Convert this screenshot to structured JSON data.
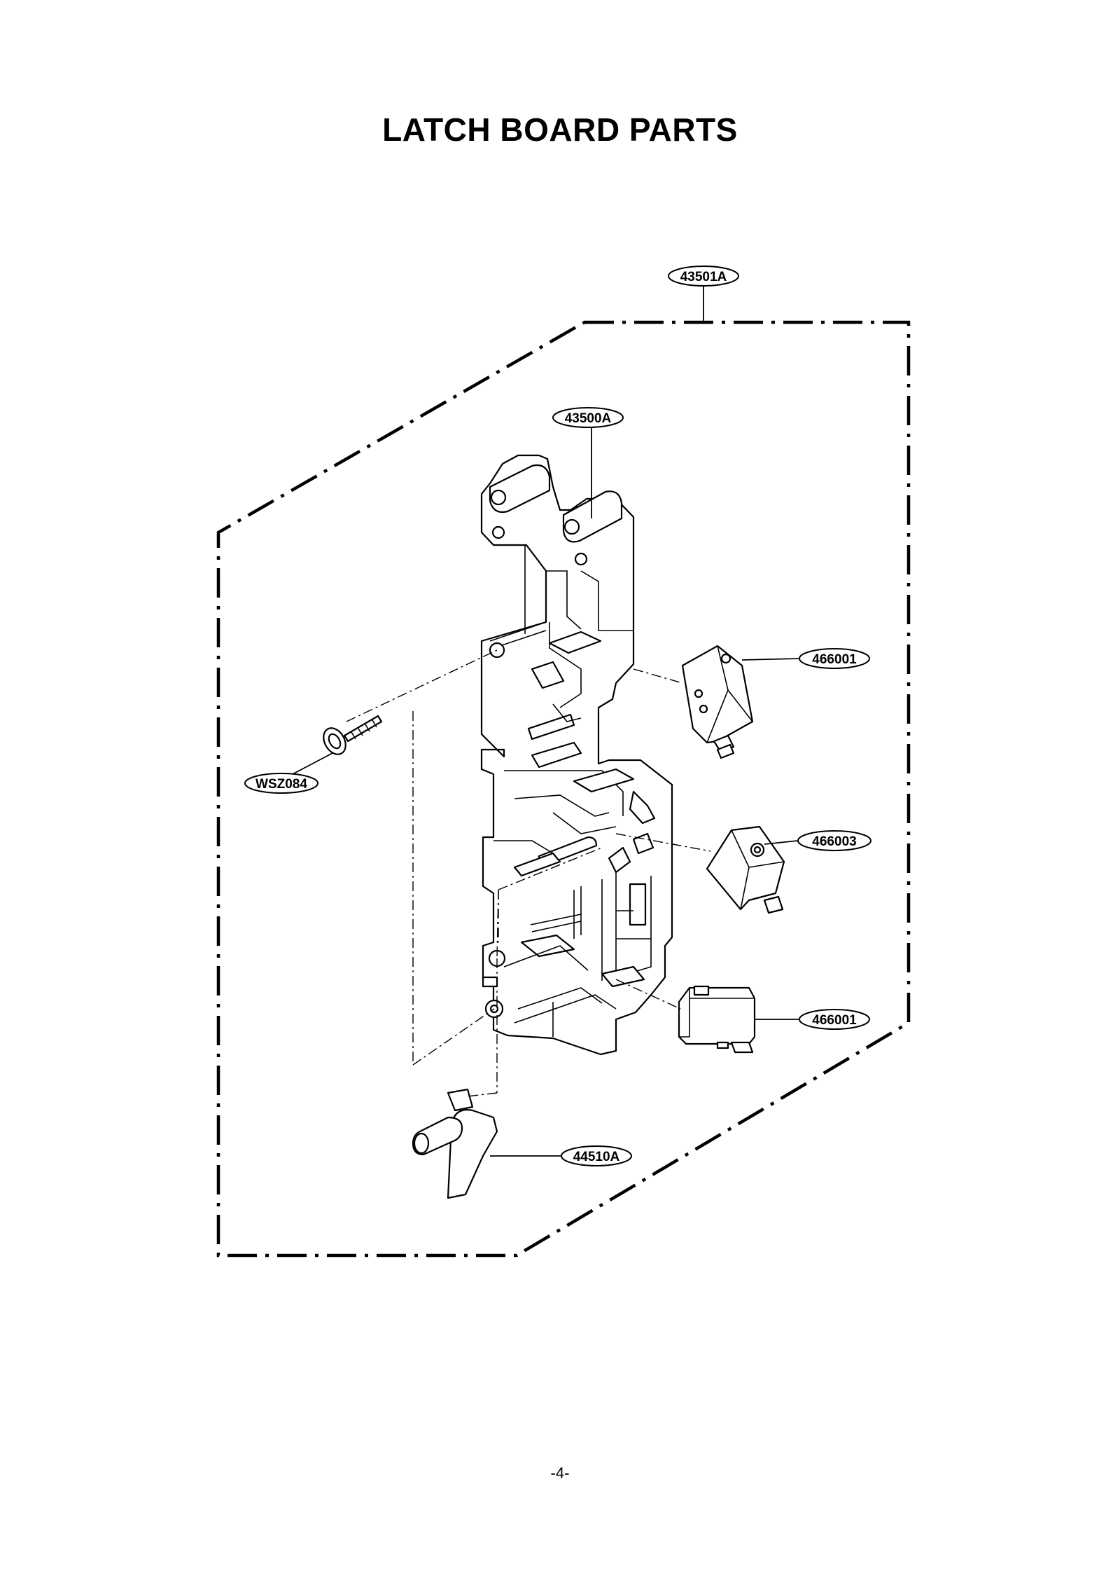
{
  "title": "LATCH BOARD PARTS",
  "page_number": "-4-",
  "callouts": {
    "assembly": "43501A",
    "latch_board": "43500A",
    "switch_top": "466001",
    "switch_middle": "466003",
    "switch_bottom": "466001",
    "screw": "WSZ084",
    "lever": "44510A"
  }
}
